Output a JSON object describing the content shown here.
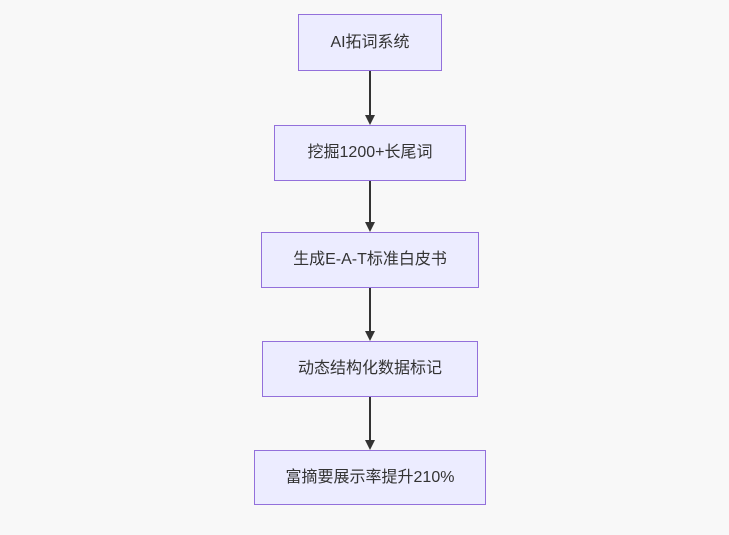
{
  "diagram": {
    "type": "flowchart",
    "direction": "top-down",
    "nodes": [
      {
        "id": "A",
        "label": "AI拓词系统"
      },
      {
        "id": "B",
        "label": "挖掘1200+长尾词"
      },
      {
        "id": "C",
        "label": "生成E-A-T标准白皮书"
      },
      {
        "id": "D",
        "label": "动态结构化数据标记"
      },
      {
        "id": "E",
        "label": "富摘要展示率提升210%"
      }
    ],
    "edges": [
      {
        "from": "A",
        "to": "B"
      },
      {
        "from": "B",
        "to": "C"
      },
      {
        "from": "C",
        "to": "D"
      },
      {
        "from": "D",
        "to": "E"
      }
    ]
  },
  "theme": {
    "background": "#f8f8f8",
    "node_fill": "#ECECFF",
    "node_border": "#9370DB",
    "node_text": "#333333",
    "arrow_color": "#333333"
  }
}
